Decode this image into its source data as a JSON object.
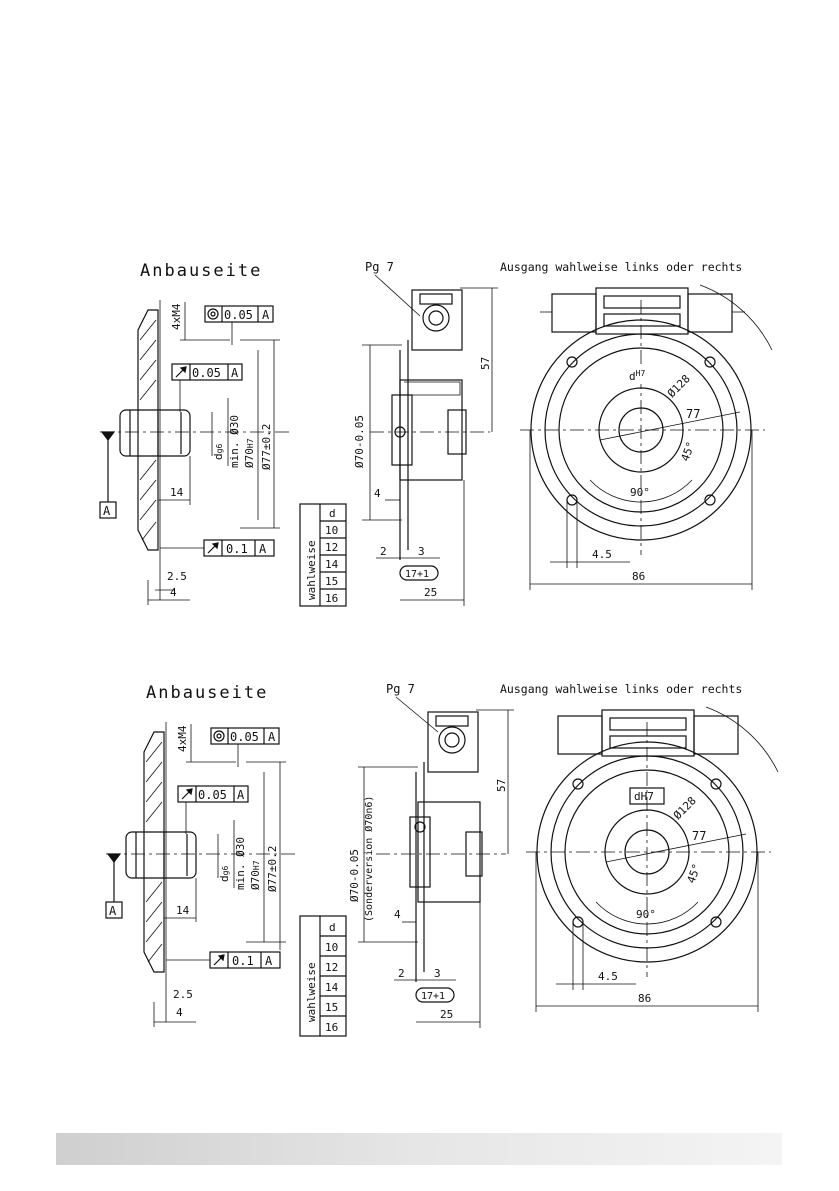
{
  "drawings": [
    {
      "side_title": "Anbauseite",
      "thread": "4xM4",
      "tol_concentric": "0.05",
      "tol_runout_top": "0.05",
      "tol_runout_bottom": "0.1",
      "datum": "A",
      "dims_left": {
        "d_shaft": "d",
        "d_shaft_sub": "g6",
        "min": "min.",
        "d30": "Ø30",
        "d70": "Ø70",
        "d70_sub": "H7",
        "d77": "Ø77±0.2",
        "d14": "14",
        "d2_5": "2.5",
        "d4": "4"
      },
      "table": {
        "header": "d",
        "rotated_label": "wahlweise",
        "values": [
          "10",
          "12",
          "14",
          "15",
          "16"
        ]
      },
      "side": {
        "pg": "Pg 7",
        "d70": "Ø70-0.05",
        "sonder": "",
        "d57": "57",
        "d4": "4",
        "d2": "2",
        "d3": "3",
        "d17": "17+1",
        "d25": "25"
      },
      "front": {
        "output_note": "Ausgang wahlweise links oder rechts",
        "d_bore": "d",
        "d_bore_sub": "H7",
        "d128": "Ø128",
        "d77": "77",
        "d45": "45°",
        "d90": "90°",
        "d4_5": "4.5",
        "d86": "86"
      }
    },
    {
      "side_title": "Anbauseite",
      "thread": "4xM4",
      "tol_concentric": "0.05",
      "tol_runout_top": "0.05",
      "tol_runout_bottom": "0.1",
      "datum": "A",
      "dims_left": {
        "d_shaft": "d",
        "d_shaft_sub": "g6",
        "min": "min.",
        "d30": "Ø30",
        "d70": "Ø70",
        "d70_sub": "H7",
        "d77": "Ø77±0.2",
        "d14": "14",
        "d2_5": "2.5",
        "d4": "4"
      },
      "table": {
        "header": "d",
        "rotated_label": "wahlweise",
        "values": [
          "10",
          "12",
          "14",
          "15",
          "16"
        ]
      },
      "side": {
        "pg": "Pg 7",
        "d70": "Ø70-0.05",
        "sonder": "(Sonderversion Ø70n6)",
        "d57": "57",
        "d4": "4",
        "d2": "2",
        "d3": "3",
        "d17": "17+1",
        "d25": "25"
      },
      "front": {
        "output_note": "Ausgang wahlweise links oder rechts",
        "d_bore": "d",
        "d_bore_sub": "H7",
        "d128": "Ø128",
        "d77": "77",
        "d45": "45°",
        "d90": "90°",
        "d4_5": "4.5",
        "d86": "86"
      }
    }
  ],
  "icons": {
    "concentric": "concentricity-icon",
    "runout": "runout-arrow-icon"
  }
}
